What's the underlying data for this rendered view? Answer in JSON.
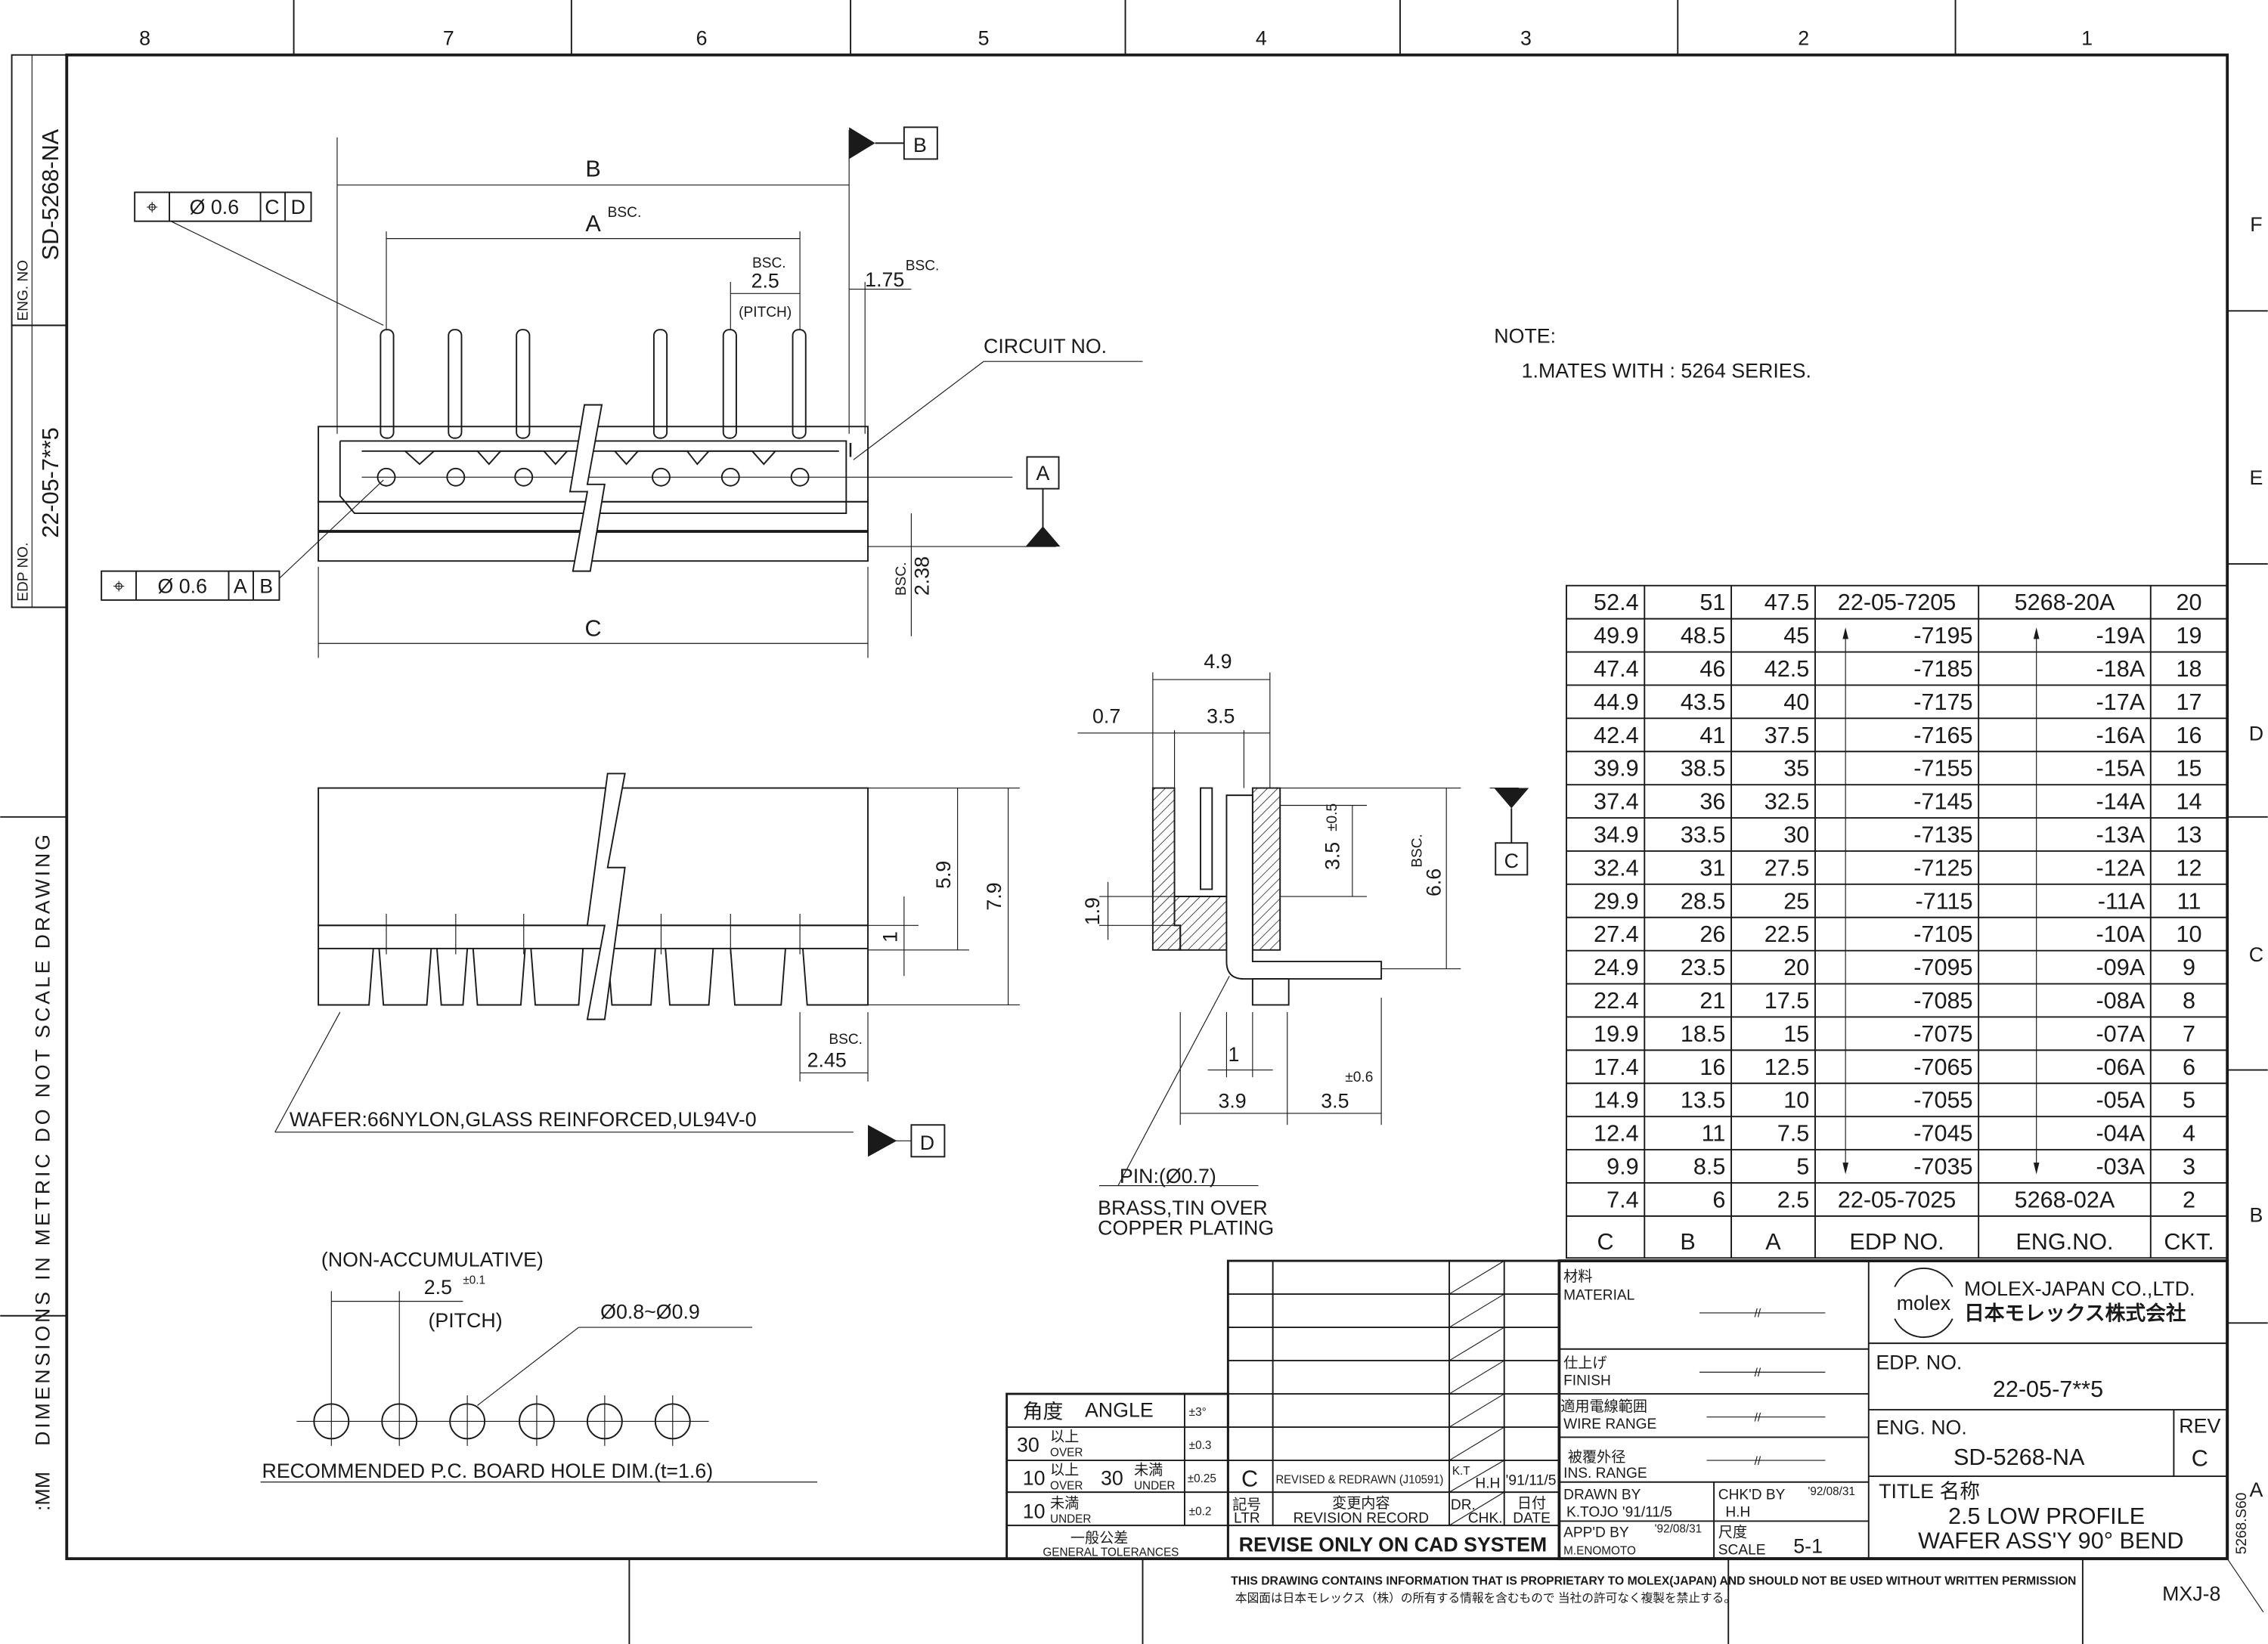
{
  "frame": {
    "zones_top": [
      "8",
      "7",
      "6",
      "5",
      "4",
      "3",
      "2",
      "1"
    ],
    "zones_right": [
      "F",
      "E",
      "D",
      "C",
      "B",
      "A"
    ],
    "eng_no_label": "ENG. NO",
    "eng_no_value": "SD-5268-NA",
    "edp_no_label": "EDP NO.",
    "edp_no_value": "22-05-7**5",
    "side_note": "DIMENSIONS IN METRIC DO NOT SCALE DRAWING",
    "units": ":MM",
    "file_ref": "5268.S60",
    "sheet_code": "MXJ-8"
  },
  "top_view": {
    "dim_b": "B",
    "dim_a": "A",
    "bsc": "BSC.",
    "pitch_value": "2.5",
    "pitch_label": "(PITCH)",
    "dim_175": "1.75",
    "dim_c": "C",
    "dim_238": "2.38",
    "circuit_no": "CIRCUIT NO.",
    "circuit_mark": "I",
    "fcf1": [
      "⌖",
      "Ø 0.6",
      "C",
      "D"
    ],
    "fcf2": [
      "⌖",
      "Ø 0.6",
      "A",
      "B"
    ],
    "datum_a": "A",
    "datum_b": "B"
  },
  "front_view": {
    "dim_59": "5.9",
    "dim_79": "7.9",
    "dim_1": "1",
    "dim_245": "2.45",
    "bsc": "BSC.",
    "wafer_note": "WAFER:66NYLON,GLASS REINFORCED,UL94V-0",
    "datum_d": "D"
  },
  "side_view": {
    "dim_49": "4.9",
    "dim_07": "0.7",
    "dim_35_top": "3.5",
    "dim_35_tol": "3.5",
    "tol_05": "±0.5",
    "dim_66": "6.6",
    "bsc": "BSC.",
    "dim_19": "1.9",
    "dim_1": "1",
    "dim_39": "3.9",
    "dim_35_bottom": "3.5",
    "tol_06": "±0.6",
    "datum_c": "C",
    "pin_note": "PIN:(Ø0.7)",
    "pin_material_1": "BRASS,TIN OVER",
    "pin_material_2": "COPPER PLATING"
  },
  "pcb": {
    "non_accum": "(NON-ACCUMULATIVE)",
    "pitch_value": "2.5",
    "pitch_tol": "±0.1",
    "pitch_label": "(PITCH)",
    "hole_dia": "Ø0.8~Ø0.9",
    "caption": "RECOMMENDED P.C. BOARD HOLE DIM.(t=1.6)"
  },
  "note": {
    "title": "NOTE:",
    "line1": "1.MATES WITH : 5264 SERIES."
  },
  "table": {
    "headers": [
      "C",
      "B",
      "A",
      "EDP NO.",
      "ENG.NO.",
      "CKT."
    ],
    "rows": [
      [
        "52.4",
        "51",
        "47.5",
        "22-05-7205",
        "5268-20A",
        "20"
      ],
      [
        "49.9",
        "48.5",
        "45",
        "-7195",
        "-19A",
        "19"
      ],
      [
        "47.4",
        "46",
        "42.5",
        "-7185",
        "-18A",
        "18"
      ],
      [
        "44.9",
        "43.5",
        "40",
        "-7175",
        "-17A",
        "17"
      ],
      [
        "42.4",
        "41",
        "37.5",
        "-7165",
        "-16A",
        "16"
      ],
      [
        "39.9",
        "38.5",
        "35",
        "-7155",
        "-15A",
        "15"
      ],
      [
        "37.4",
        "36",
        "32.5",
        "-7145",
        "-14A",
        "14"
      ],
      [
        "34.9",
        "33.5",
        "30",
        "-7135",
        "-13A",
        "13"
      ],
      [
        "32.4",
        "31",
        "27.5",
        "-7125",
        "-12A",
        "12"
      ],
      [
        "29.9",
        "28.5",
        "25",
        "-7115",
        "-11A",
        "11"
      ],
      [
        "27.4",
        "26",
        "22.5",
        "-7105",
        "-10A",
        "10"
      ],
      [
        "24.9",
        "23.5",
        "20",
        "-7095",
        "-09A",
        "9"
      ],
      [
        "22.4",
        "21",
        "17.5",
        "-7085",
        "-08A",
        "8"
      ],
      [
        "19.9",
        "18.5",
        "15",
        "-7075",
        "-07A",
        "7"
      ],
      [
        "17.4",
        "16",
        "12.5",
        "-7065",
        "-06A",
        "6"
      ],
      [
        "14.9",
        "13.5",
        "10",
        "-7055",
        "-05A",
        "5"
      ],
      [
        "12.4",
        "11",
        "7.5",
        "-7045",
        "-04A",
        "4"
      ],
      [
        "9.9",
        "8.5",
        "5",
        "-7035",
        "-03A",
        "3"
      ],
      [
        "7.4",
        "6",
        "2.5",
        "22-05-7025",
        "5268-02A",
        "2"
      ]
    ]
  },
  "tolerances": {
    "angle_jp": "角度",
    "angle_en": "ANGLE",
    "angle_tol": "±3°",
    "r1_num": "30",
    "r1_jp": "以上",
    "r1_en": "OVER",
    "r1_tol": "±0.3",
    "r2_num1": "10",
    "r2_jp1": "以上",
    "r2_en1": "OVER",
    "r2_num2": "30",
    "r2_jp2": "未満",
    "r2_en2": "UNDER",
    "r2_tol": "±0.25",
    "r3_num": "10",
    "r3_jp": "未満",
    "r3_en": "UNDER",
    "r3_tol": "±0.2",
    "general_jp": "一般公差",
    "general_en": "GENERAL TOLERANCES"
  },
  "revision": {
    "ltr": "C",
    "desc": "REVISED & REDRAWN (J10591)",
    "dr": "K.T",
    "chk": "H.H",
    "date": "'91/11/5",
    "hdr_ltr_jp": "記号",
    "hdr_ltr": "LTR",
    "hdr_desc_jp": "変更内容",
    "hdr_desc": "REVISION RECORD",
    "hdr_dr": "DR.",
    "hdr_chk": "CHK.",
    "hdr_date_jp": "日付",
    "hdr_date": "DATE",
    "cad_notice": "REVISE ONLY ON CAD SYSTEM"
  },
  "title_block": {
    "material_jp": "材料",
    "material": "MATERIAL",
    "material_val": "//",
    "finish_jp": "仕上げ",
    "finish": "FINISH",
    "finish_val": "//",
    "wire_jp": "適用電線範囲",
    "wire": "WIRE RANGE",
    "wire_val": "//",
    "ins_jp": "被覆外径",
    "ins": "INS. RANGE",
    "ins_val": "//",
    "drawn_label": "DRAWN BY",
    "drawn_val": "K.TOJO '91/11/5",
    "chkd_label": "CHK'D BY",
    "chkd_date": "'92/08/31",
    "chkd_val": "H.H",
    "appd_label": "APP'D BY",
    "appd_date": "'92/08/31",
    "appd_val": "M.ENOMOTO",
    "scale_jp": "尺度",
    "scale_label": "SCALE",
    "scale_val": "5-1",
    "logo_text": "molex",
    "company_en": "MOLEX-JAPAN CO.,LTD.",
    "company_jp": "日本モレックス株式会社",
    "edp_label": "EDP. NO.",
    "edp_val": "22-05-7**5",
    "eng_label": "ENG. NO.",
    "eng_val": "SD-5268-NA",
    "rev_label": "REV",
    "rev_val": "C",
    "title_label": "TITLE 名称",
    "title_1": "2.5 LOW PROFILE",
    "title_2": "WAFER ASS'Y 90° BEND"
  },
  "footer": {
    "proprietary_en": "THIS DRAWING CONTAINS INFORMATION THAT IS PROPRIETARY TO MOLEX(JAPAN) AND SHOULD NOT BE USED WITHOUT WRITTEN PERMISSION",
    "proprietary_jp": "本図面は日本モレックス（株）の所有する情報を含むもので 当社の許可なく複製を禁止する。"
  }
}
